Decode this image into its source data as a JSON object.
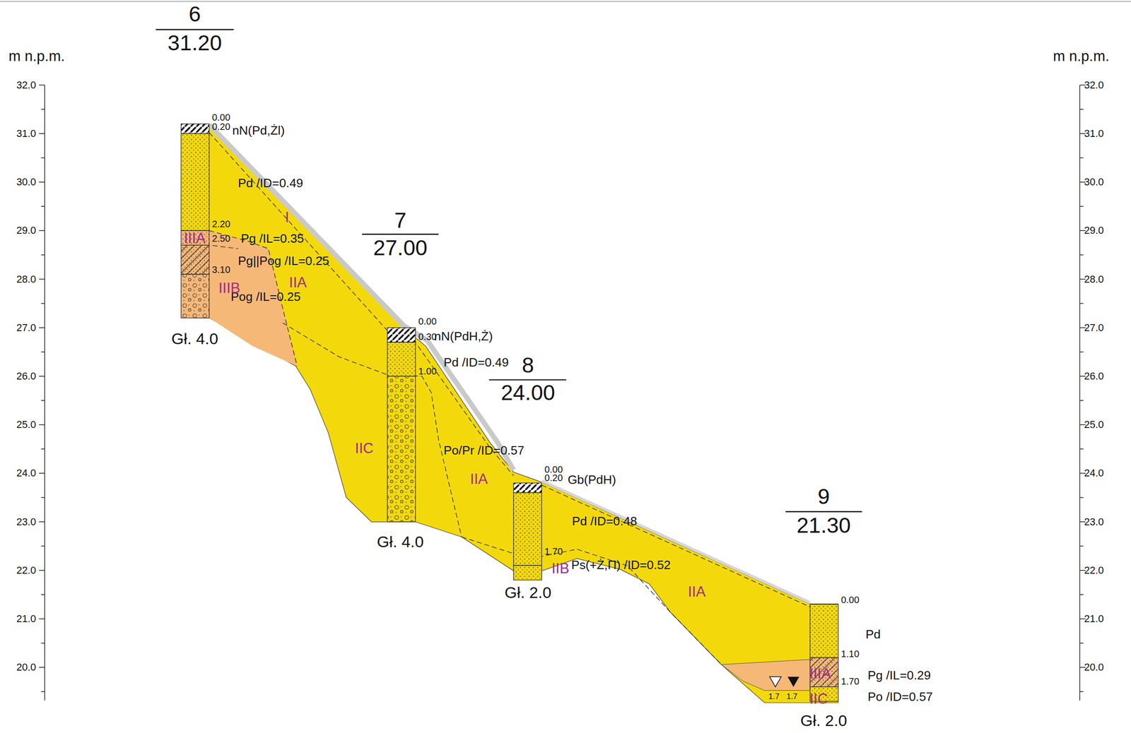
{
  "diagram": {
    "labels": [
      "m n.p.m.",
      "m n.p.m.",
      "32.0",
      "31.0",
      "30.0",
      "29.0",
      "28.0",
      "27.0",
      "26.0",
      "25.0",
      "24.0",
      "23.0",
      "22.0",
      "21.0",
      "20.0",
      "32.0",
      "31.0",
      "30.0",
      "29.0",
      "28.0",
      "27.0",
      "26.0",
      "25.0",
      "24.0",
      "23.0",
      "22.0",
      "21.0",
      "20.0",
      "6",
      "31.20",
      "7",
      "27.00",
      "8",
      "24.00",
      "9",
      "21.30",
      "0.00",
      "0.20",
      "nN(Pd,Żl)",
      "Pd /ID=0.49",
      "2.20",
      "2.50",
      "Pg /IL=0.35",
      "Pg||Pog /IL=0.25",
      "3.10",
      "Pog /IL=0.25",
      "Gł. 4.0",
      "I",
      "IIIA",
      "IIA",
      "IIIB",
      "0.00",
      "0.30",
      "nN(PdH,Ż)",
      "Pd /ID=0.49",
      "1.00",
      "IIC",
      "Po/Pr /ID=0.57",
      "IIA",
      "Gł. 4.0",
      "0.00",
      "0.20",
      "Gb(PdH)",
      "Pd /ID=0.48",
      "1.70",
      "IIB",
      "Ps(+Ż,Π) /ID=0.52",
      "IIA",
      "Gł. 2.0",
      "0.00",
      "Pd",
      "1.10",
      "IIIA",
      "Pg /IL=0.29",
      "1.70",
      "1.7",
      "1.7",
      "IIC",
      "Po /ID=0.57",
      "Gł. 2.0"
    ]
  }
}
